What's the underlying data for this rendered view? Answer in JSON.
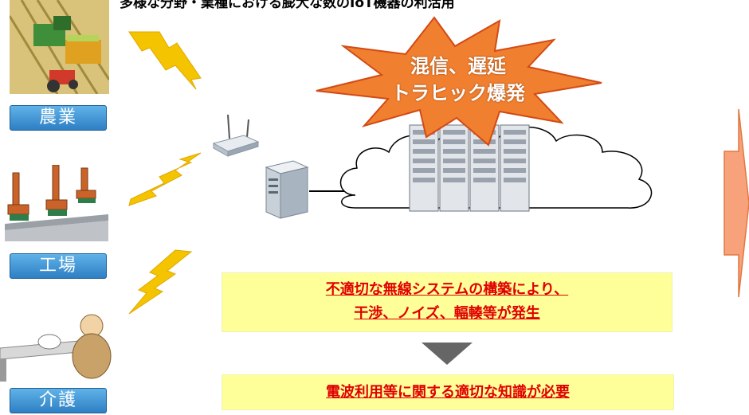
{
  "title": "多様な分野・業種における膨大な数のIoT機器の利活用",
  "categories": [
    {
      "label": "農業",
      "icon": "farm-machinery-icon"
    },
    {
      "label": "工場",
      "icon": "robot-arm-icon"
    },
    {
      "label": "介護",
      "icon": "care-patient-icon"
    }
  ],
  "burst": {
    "line1": "混信、遅延",
    "line2": "トラヒック爆発"
  },
  "problem_box": {
    "line1": "不適切な無線システムの構築により、",
    "line2": "干渉、ノイズ、輻輳等が発生"
  },
  "solution_box": {
    "text": "電波利用等に関する適切な知識が必要"
  },
  "colors": {
    "label_blue": "#2e7fc4",
    "lightning": "#f5c400",
    "burst_orange": "#f08030",
    "yellow_box": "#ffff99",
    "red_text": "#e00000",
    "arrow_gray": "#666666",
    "right_arrow": "#f7a27a"
  }
}
